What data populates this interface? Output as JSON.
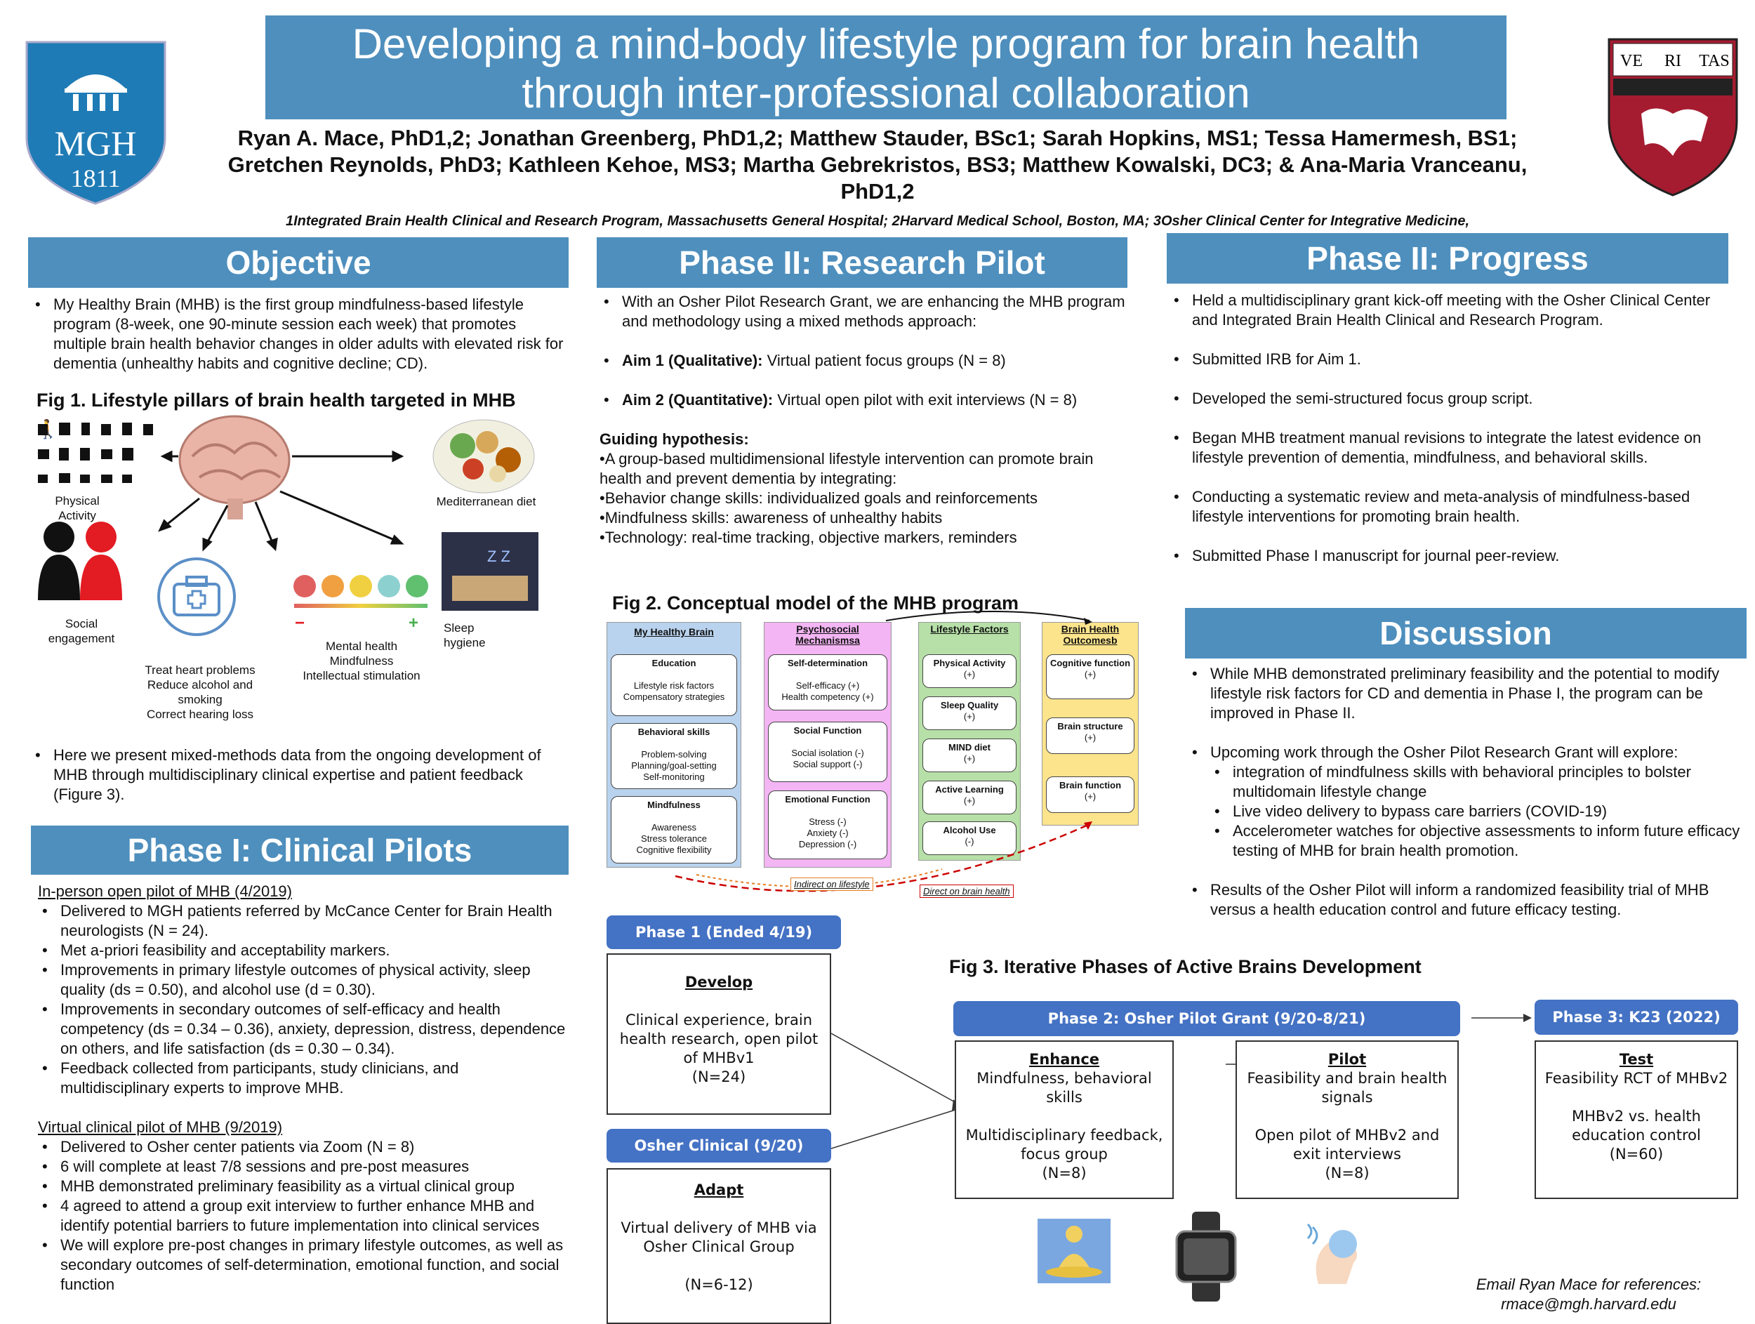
{
  "header": {
    "title_line1": "Developing a mind-body lifestyle program for brain health",
    "title_line2": "through inter-professional collaboration",
    "authors_line1": "Ryan A. Mace, PhD1,2; Jonathan Greenberg, PhD1,2; Matthew Stauder, BSc1; Sarah Hopkins, MS1; Tessa Hamermesh, BS1;",
    "authors_line2": "Gretchen Reynolds, PhD3; Kathleen Kehoe, MS3; Martha Gebrekristos, BS3; Matthew Kowalski, DC3; & Ana-Maria Vranceanu,",
    "authors_line3": "PhD1,2",
    "affiliations": "1Integrated Brain Health Clinical and Research Program, Massachusetts General Hospital; 2Harvard Medical School, Boston, MA; 3Osher Clinical Center for Integrative Medicine,",
    "logo_left_text": "MGH",
    "logo_left_year": "1811",
    "logo_right_text": [
      "VE",
      "RI",
      "TAS"
    ]
  },
  "objective": {
    "heading": "Objective",
    "bullet1": "My Healthy Brain (MHB) is the first group mindfulness-based lifestyle program (8-week, one 90-minute session each week) that promotes multiple brain health behavior changes in older adults with elevated risk for dementia (unhealthy habits and cognitive decline; CD).",
    "fig1_title": "Fig 1. Lifestyle pillars of brain health targeted in MHB",
    "fig1_labels": {
      "physical": "Physical Activity",
      "diet": "Mediterranean diet",
      "social": "Social engagement",
      "heart": "Treat heart problems\nReduce alcohol and smoking\nCorrect hearing loss",
      "mental": "Mental health\nMindfulness\nIntellectual stimulation",
      "sleep": "Sleep hygiene",
      "minus": "−",
      "plus": "+"
    },
    "bullet2": "Here we present mixed-methods data from the ongoing development of MHB through multidisciplinary clinical expertise and patient feedback (Figure 3)."
  },
  "phase1": {
    "heading": "Phase I: Clinical Pilots",
    "sub1": "In-person open pilot of MHB (4/2019)",
    "items1": [
      "Delivered to MGH patients referred by McCance Center for Brain Health neurologists (N = 24).",
      "Met a-priori feasibility and acceptability markers.",
      "Improvements in primary lifestyle outcomes of physical activity, sleep quality (ds = 0.50), and alcohol use (d = 0.30).",
      "Improvements in secondary outcomes of self-efficacy and health competency (ds = 0.34 – 0.36), anxiety, depression, distress, dependence on others, and life satisfaction (ds = 0.30 – 0.34).",
      "Feedback collected from participants, study clinicians, and multidisciplinary experts to improve MHB."
    ],
    "sub2": "Virtual clinical pilot of MHB (9/2019)",
    "items2": [
      "Delivered to Osher center patients via Zoom (N = 8)",
      "6 will complete at least 7/8 sessions and pre-post measures",
      "MHB demonstrated preliminary feasibility as a virtual clinical group",
      "4 agreed to attend a group exit interview to further enhance MHB and identify potential barriers to future implementation into clinical services",
      "We will explore pre-post changes in primary lifestyle outcomes, as well as secondary outcomes of self-determination, emotional function, and social function"
    ]
  },
  "pilot": {
    "heading": "Phase II: Research Pilot",
    "bullet1": "With an Osher Pilot Research Grant, we are enhancing the MHB program and methodology using a mixed methods approach:",
    "aim1_label": "Aim 1 (Qualitative):",
    "aim1_text": " Virtual patient focus groups (N = 8)",
    "aim2_label": "Aim 2 (Quantitative):",
    "aim2_text": " Virtual open pilot with exit interviews (N = 8)",
    "hyp_title": "Guiding hypothesis:",
    "hyp_lines": [
      "•A group-based multidimensional lifestyle intervention can promote brain health and prevent dementia by integrating:",
      "•Behavior change skills: individualized goals and reinforcements",
      "•Mindfulness skills: awareness of unhealthy habits",
      "•Technology: real-time tracking, objective markers, reminders"
    ],
    "fig2_title": "Fig 2. Conceptual model of the MHB program"
  },
  "fig2": {
    "col1": "My Healthy Brain",
    "col2": "Psychosocial Mechanismsa",
    "col3": "Lifestyle Factors",
    "col4": "Brain Health Outcomesb",
    "c1a_t": "Education",
    "c1a_b": "Lifestyle risk factors\nCompensatory strategies",
    "c1b_t": "Behavioral skills",
    "c1b_b": "Problem-solving\nPlanning/goal-setting\nSelf-monitoring",
    "c1c_t": "Mindfulness",
    "c1c_b": "Awareness\nStress tolerance\nCognitive flexibility",
    "c2a_t": "Self-determination",
    "c2a_b": "Self-efficacy (+)\nHealth competency (+)",
    "c2b_t": "Social Function",
    "c2b_b": "Social isolation (-)\nSocial support (-)",
    "c2c_t": "Emotional Function",
    "c2c_b": "Stress (-)\nAnxiety (-)\nDepression (-)",
    "c3a_t": "Physical Activity",
    "c3a_b": "(+)",
    "c3b_t": "Sleep Quality",
    "c3b_b": "(+)",
    "c3c_t": "MIND diet",
    "c3c_b": "(+)",
    "c3d_t": "Active Learning",
    "c3d_b": "(+)",
    "c3e_t": "Alcohol Use",
    "c3e_b": "(-)",
    "c4a_t": "Cognitive function",
    "c4a_b": "(+)",
    "c4b_t": "Brain structure",
    "c4b_b": "(+)",
    "c4c_t": "Brain function",
    "c4c_b": "(+)",
    "indirect": "Indirect on lifestyle",
    "direct": "Direct on brain health"
  },
  "progress": {
    "heading": "Phase II: Progress",
    "items": [
      "Held a multidisciplinary grant kick-off meeting with the Osher Clinical Center and Integrated Brain Health Clinical and Research Program.",
      "Submitted IRB for Aim 1.",
      "Developed the semi-structured focus group script.",
      "Began MHB treatment manual revisions to integrate the latest evidence on lifestyle prevention of dementia, mindfulness, and behavioral skills.",
      "Conducting a systematic review and meta-analysis of mindfulness-based lifestyle interventions for promoting brain health.",
      "Submitted Phase I manuscript for journal peer-review."
    ]
  },
  "discussion": {
    "heading": "Discussion",
    "item1": "While MHB demonstrated preliminary feasibility and the potential to modify lifestyle risk factors for CD and dementia in Phase I, the program can be improved in Phase II.",
    "item2": "Upcoming work through the Osher Pilot Research Grant will explore:",
    "sub": [
      "integration of mindfulness skills with behavioral principles to bolster multidomain lifestyle change",
      "Live video delivery to bypass care barriers (COVID-19)",
      "Accelerometer watches for objective assessments to inform future efficacy testing of MHB for brain health promotion."
    ],
    "item3": "Results of the Osher Pilot will inform a randomized feasibility trial of MHB versus a health education control and future efficacy testing."
  },
  "fig3": {
    "title": "Fig 3. Iterative Phases of Active Brains Development",
    "p1_label": "Phase 1 (Ended 4/19)",
    "develop_h": "Develop",
    "develop_b": "Clinical experience, brain health research, open pilot of MHBv1",
    "develop_n": "(N=24)",
    "osher_label": "Osher Clinical (9/20)",
    "adapt_h": "Adapt",
    "adapt_b": "Virtual delivery of MHB via Osher Clinical Group",
    "adapt_n": "(N=6-12)",
    "p2_label": "Phase 2: Osher Pilot Grant (9/20-8/21)",
    "enhance_h": "Enhance",
    "enhance_b": "Mindfulness, behavioral skills",
    "enhance_b2": "Multidisciplinary feedback, focus group",
    "enhance_n": "(N=8)",
    "pilot_h": "Pilot",
    "pilot_b": "Feasibility and brain health signals",
    "pilot_b2": "Open pilot of MHBv2 and exit interviews",
    "pilot_n": "(N=8)",
    "p3_label": "Phase 3: K23 (2022)",
    "test_h": "Test",
    "test_b": "Feasibility RCT of MHBv2",
    "test_b2": "MHBv2 vs. health education control",
    "test_n": "(N=60)"
  },
  "footer": {
    "line1": "Email Ryan Mace for references:",
    "line2": "rmace@mgh.harvard.edu"
  }
}
